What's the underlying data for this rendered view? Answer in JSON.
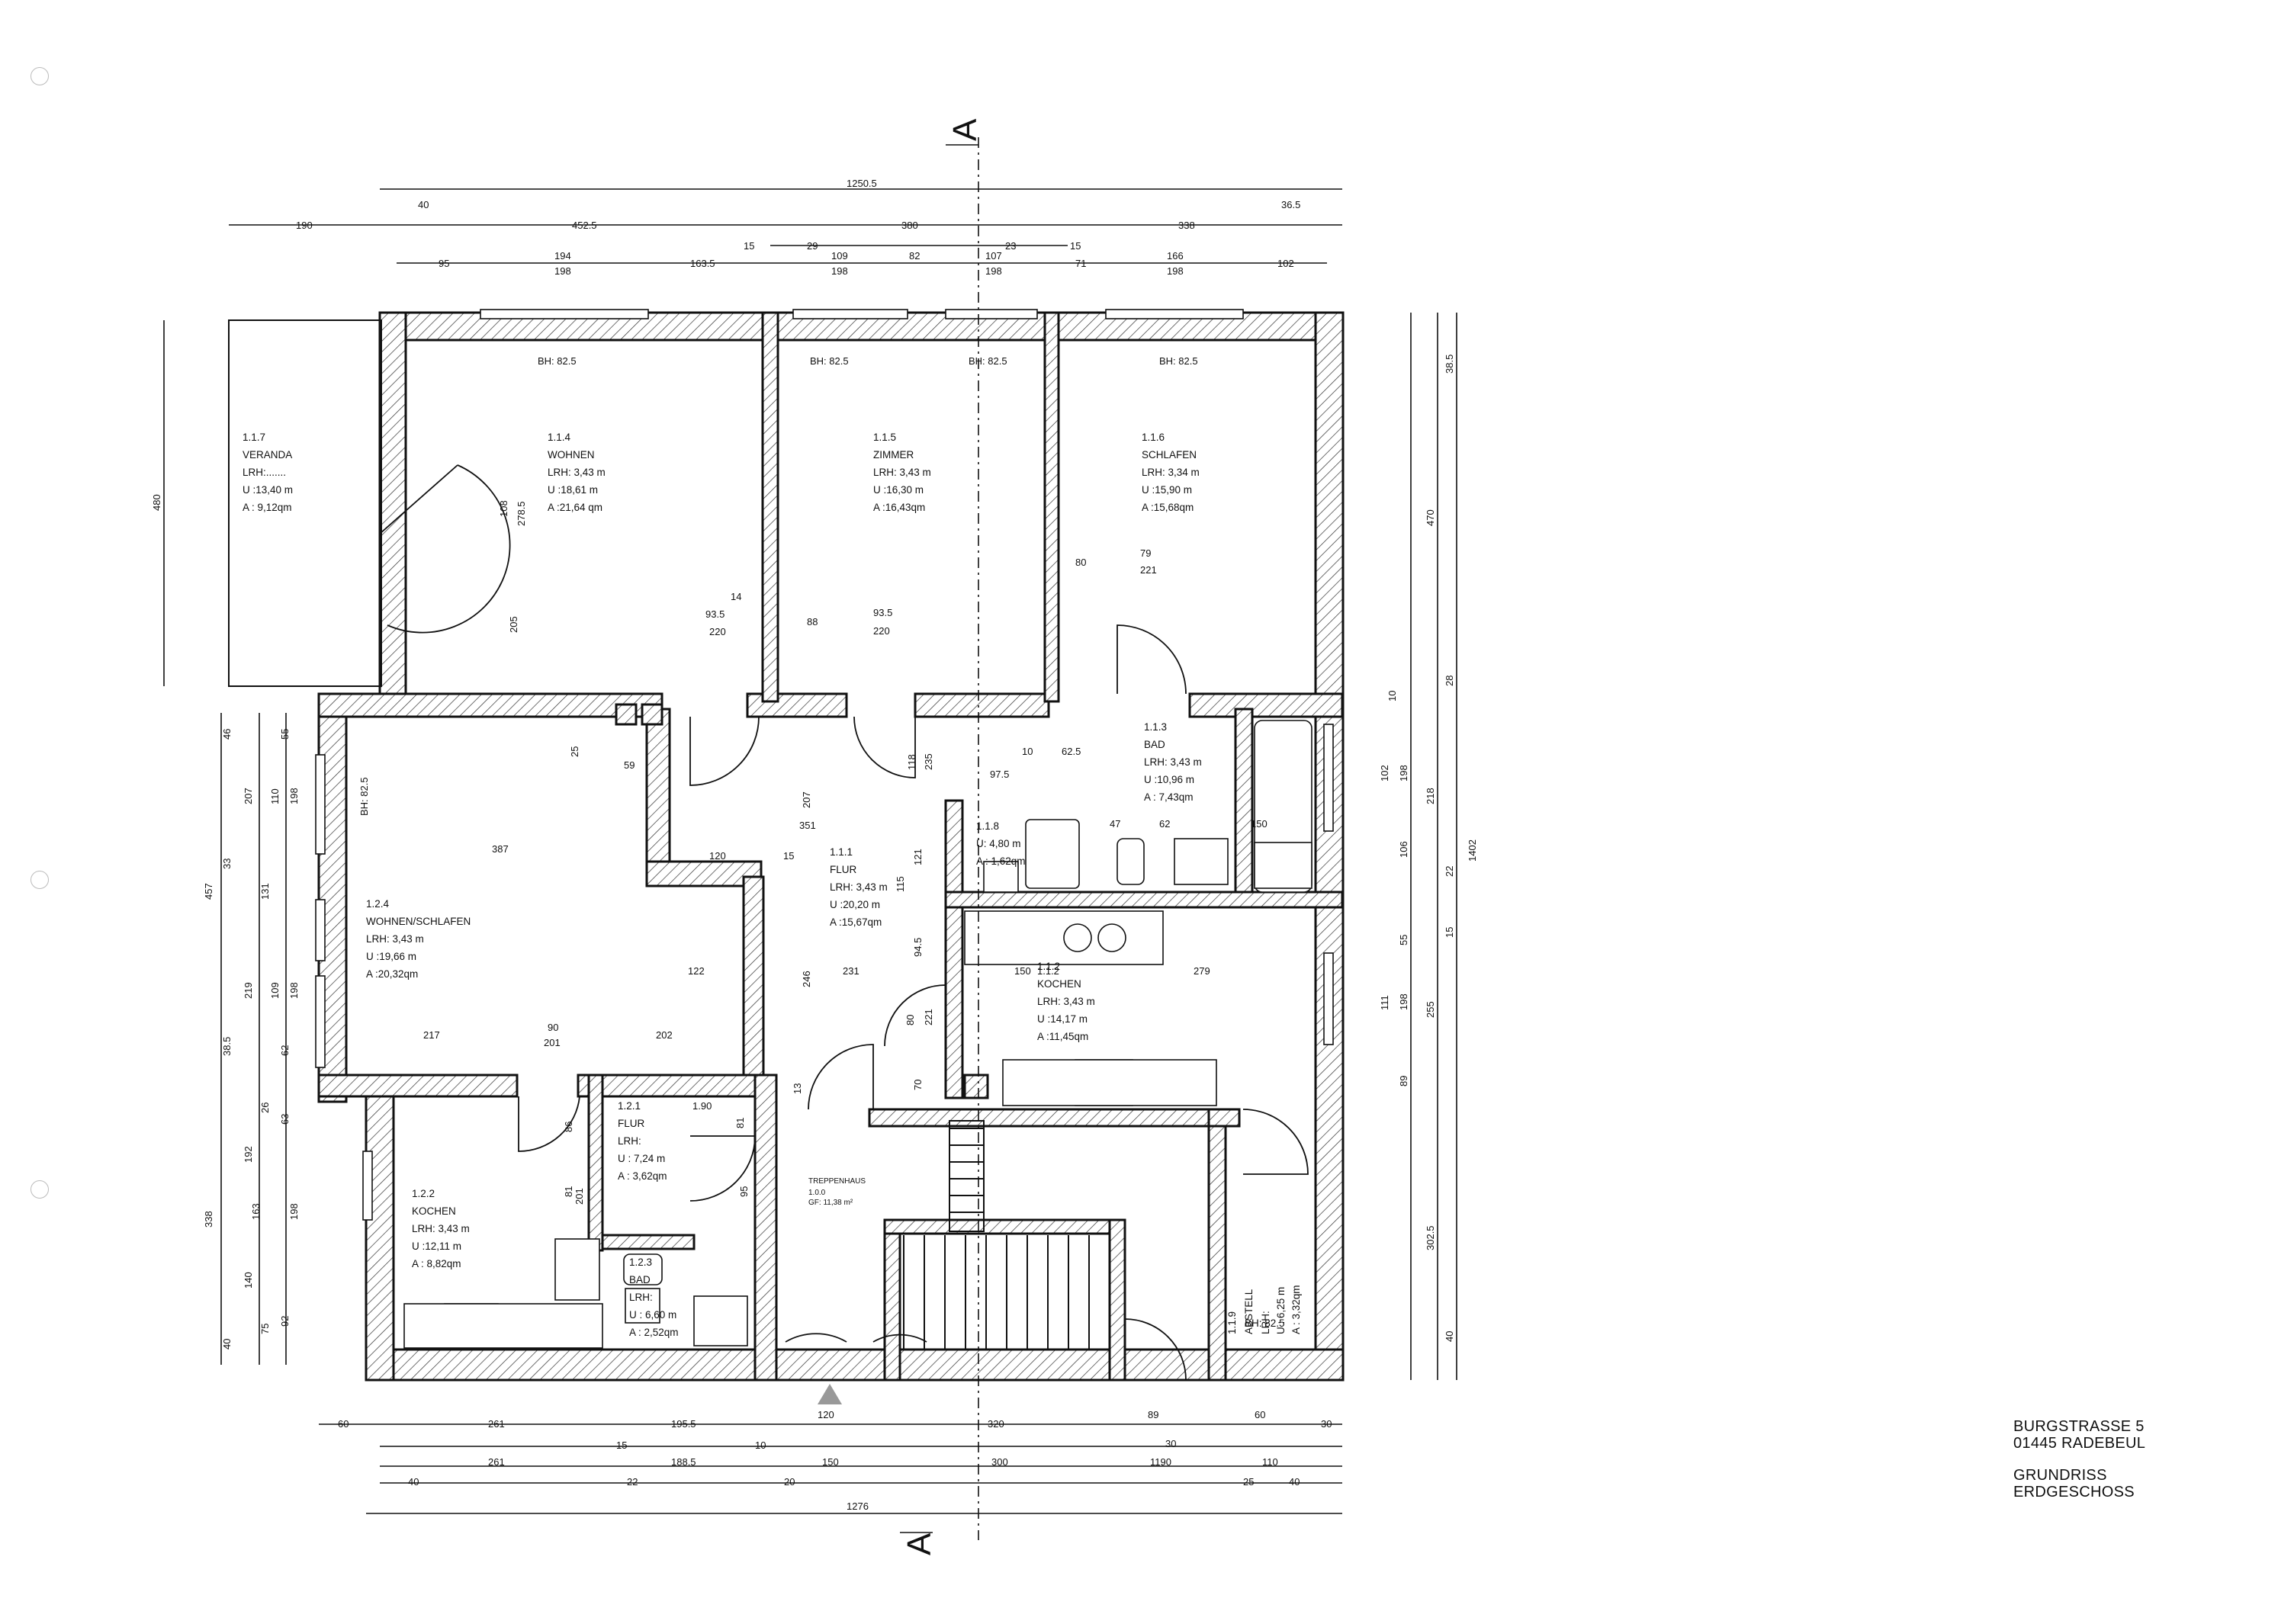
{
  "section_marks": {
    "top": "A",
    "bottom": "A"
  },
  "title_block": {
    "street": "BURGSTRASSE 5",
    "city": "01445  RADEBEUL",
    "plan_type": "GRUNDRISS",
    "floor": "ERDGESCHOSS"
  },
  "rooms": [
    {
      "id": "1.1.7",
      "name": "VERANDA",
      "lrh": "LRH:.......",
      "u": "U  :13,40 m",
      "a": "A  : 9,12qm"
    },
    {
      "id": "1.1.4",
      "name": "WOHNEN",
      "lrh": "LRH: 3,43 m",
      "u": "U  :18,61 m",
      "a": "A  :21,64 qm"
    },
    {
      "id": "1.1.5",
      "name": "ZIMMER",
      "lrh": "LRH: 3,43 m",
      "u": "U  :16,30 m",
      "a": "A  :16,43qm"
    },
    {
      "id": "1.1.6",
      "name": "SCHLAFEN",
      "lrh": "LRH: 3,34 m",
      "u": "U  :15,90 m",
      "a": "A  :15,68qm"
    },
    {
      "id": "1.1.3",
      "name": "BAD",
      "lrh": "LRH: 3,43 m",
      "u": "U  :10,96 m",
      "a": "A  : 7,43qm"
    },
    {
      "id": "1.1.8",
      "name": "",
      "lrh": "",
      "u": "U: 4,80 m",
      "a": "A : 1,62qm"
    },
    {
      "id": "1.1.1",
      "name": "FLUR",
      "lrh": "LRH: 3,43 m",
      "u": "U  :20,20 m",
      "a": "A  :15,67qm"
    },
    {
      "id": "1.1.2",
      "name": "KOCHEN",
      "lrh": "LRH: 3,43 m",
      "u": "U  :14,17 m",
      "a": "A  :11,45qm"
    },
    {
      "id": "1.2.4",
      "name": "WOHNEN/SCHLAFEN",
      "lrh": "LRH: 3,43 m",
      "u": "U  :19,66 m",
      "a": "A  :20,32qm"
    },
    {
      "id": "1.2.1",
      "name": "FLUR",
      "lrh": "LRH:",
      "u": "U  : 7,24 m",
      "a": "A  : 3,62qm"
    },
    {
      "id": "1.2.2",
      "name": "KOCHEN",
      "lrh": "LRH: 3,43 m",
      "u": "U  :12,11 m",
      "a": "A  : 8,82qm"
    },
    {
      "id": "1.2.3",
      "name": "BAD",
      "lrh": "LRH:",
      "u": "U  : 6,60 m",
      "a": "A  : 2,52qm"
    }
  ],
  "abstell": {
    "id": "1.1.9",
    "name": "ABSTELL",
    "lrh": "LRH:",
    "u": "U  : 6,25 m",
    "a": "A  : 3,32qm",
    "bh": "BH: 82.5"
  },
  "treppenhaus": {
    "label": "TREPPENHAUS",
    "id": "1.0.0",
    "gf": "GF:    11,38 m²"
  },
  "window_heights": [
    "BH: 82.5",
    "BH: 82.5",
    "BH: 82.5",
    "BH: 82.5",
    "BH: 82.5"
  ],
  "dimensions": {
    "top": [
      "1250.5",
      "40",
      "36.5",
      "190",
      "452.5",
      "380",
      "338",
      "15",
      "29",
      "23",
      "15",
      "95",
      "194",
      "198",
      "163.5",
      "109",
      "198",
      "82",
      "107",
      "198",
      "71",
      "166",
      "198",
      "102"
    ],
    "bottom": [
      "60",
      "261",
      "195.5",
      "120",
      "320",
      "89",
      "60",
      "30",
      "261",
      "15",
      "188.5",
      "10",
      "150",
      "300",
      "1190",
      "30",
      "110",
      "40",
      "22",
      "20",
      "25",
      "40",
      "1276"
    ],
    "left": [
      "480",
      "46",
      "55",
      "207",
      "110",
      "198",
      "457",
      "33",
      "131",
      "219",
      "109",
      "198",
      "38.5",
      "62",
      "26",
      "63",
      "338",
      "192",
      "163",
      "198",
      "140",
      "92",
      "40",
      "75"
    ],
    "right": [
      "38.5",
      "470",
      "10",
      "28",
      "102",
      "198",
      "218",
      "106",
      "22",
      "1402",
      "55",
      "15",
      "111",
      "198",
      "255",
      "89",
      "302.5",
      "40"
    ],
    "interior": [
      "108",
      "278.5",
      "205",
      "93.5",
      "220",
      "14",
      "88",
      "93.5",
      "220",
      "80",
      "79",
      "221",
      "25",
      "59",
      "387",
      "120",
      "15",
      "351",
      "207",
      "235",
      "118",
      "10",
      "62.5",
      "97.5",
      "47",
      "62",
      "150",
      "121",
      "115",
      "122",
      "231",
      "246",
      "94.5",
      "150",
      "1.1.2",
      "279",
      "217",
      "90",
      "201",
      "202",
      "80",
      "221",
      "70",
      "1.90",
      "86",
      "81",
      "201",
      "81",
      "95",
      "13"
    ]
  }
}
